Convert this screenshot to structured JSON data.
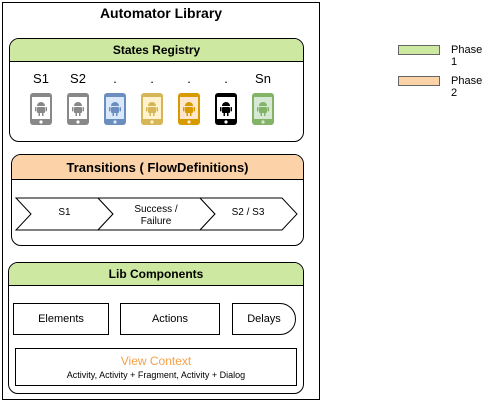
{
  "title": "Automator Library",
  "states_registry": {
    "title": "States Registry",
    "devices": [
      {
        "label": "S1",
        "color": "#888888",
        "screen": "#ffffff"
      },
      {
        "label": "S2",
        "color": "#888888",
        "screen": "#ffffff"
      },
      {
        "label": ".",
        "color": "#6c8ebf",
        "screen": "#dae8fc"
      },
      {
        "label": ".",
        "color": "#d6b656",
        "screen": "#fff2cc"
      },
      {
        "label": ".",
        "color": "#d79b00",
        "screen": "#ffe6cc"
      },
      {
        "label": ".",
        "color": "#000000",
        "screen": "#ffffff"
      },
      {
        "label": "Sn",
        "color": "#82b366",
        "screen": "#d5e8d4"
      }
    ]
  },
  "transitions": {
    "title": "Transitions ( FlowDefinitions)",
    "steps": [
      "S1",
      "Success / Failure",
      "S2 / S3"
    ]
  },
  "lib_components": {
    "title": "Lib Components",
    "items": [
      "Elements",
      "Actions",
      "Delays"
    ],
    "view_context": {
      "title": "View Context",
      "subtitle": "Activity, Activity + Fragment, Activity + Dialog",
      "title_color": "#f5a04a"
    }
  },
  "legend": [
    {
      "label": "Phase 1",
      "color": "#cde8a0"
    },
    {
      "label": "Phase 2",
      "color": "#fcd3a8"
    }
  ]
}
